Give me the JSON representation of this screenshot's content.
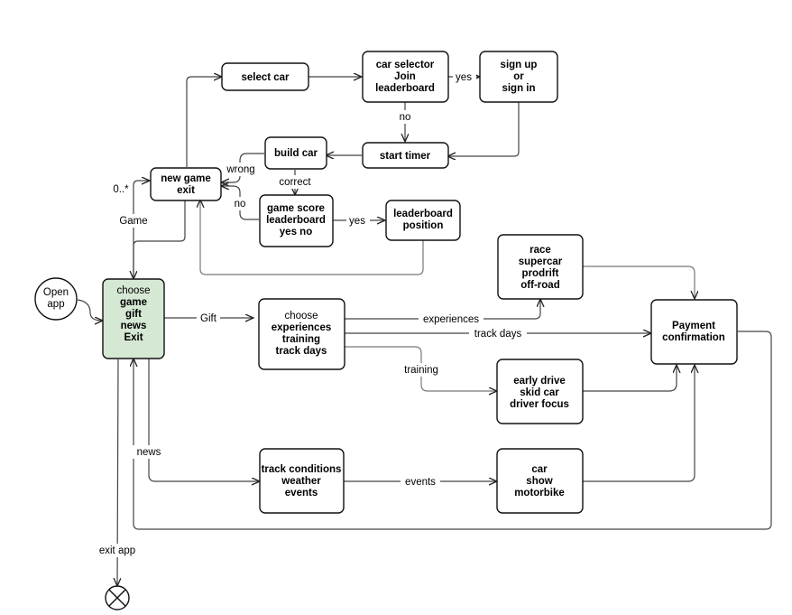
{
  "nodes": {
    "open_app": [
      "Open",
      "app"
    ],
    "main_menu": [
      "choose",
      "game",
      "gift",
      "news",
      "Exit"
    ],
    "new_game": [
      "new game",
      "exit"
    ],
    "select_car": [
      "select car"
    ],
    "car_selector": [
      "car selector",
      "Join",
      "leaderboard"
    ],
    "sign_up": [
      "sign up",
      "or",
      "sign in"
    ],
    "start_timer": [
      "start timer"
    ],
    "build_car": [
      "build car"
    ],
    "game_score": [
      "game score",
      "leaderboard",
      "yes no"
    ],
    "leaderboard_position": [
      "leaderboard",
      "position"
    ],
    "choose_gift": [
      "choose",
      "experiences",
      "training",
      "track days"
    ],
    "race": [
      "race",
      "supercar",
      "prodrift",
      "off-road"
    ],
    "payment": [
      "Payment",
      "confirmation"
    ],
    "early_drive": [
      "early drive",
      "skid car",
      "driver focus"
    ],
    "track_conditions": [
      "track conditions",
      "weather",
      "events"
    ],
    "car_show": [
      "car",
      "show",
      "motorbike"
    ]
  },
  "edges": {
    "game": "Game",
    "multiplicity": "0..*",
    "yes_signup": "yes",
    "no_timer": "no",
    "wrong": "wrong",
    "correct": "correct",
    "no_retry": "no",
    "yes_leaderboard": "yes",
    "gift": "Gift",
    "experiences": "experiences",
    "track_days": "track days",
    "training": "training",
    "news": "news",
    "events": "events",
    "exit_app": "exit app"
  }
}
